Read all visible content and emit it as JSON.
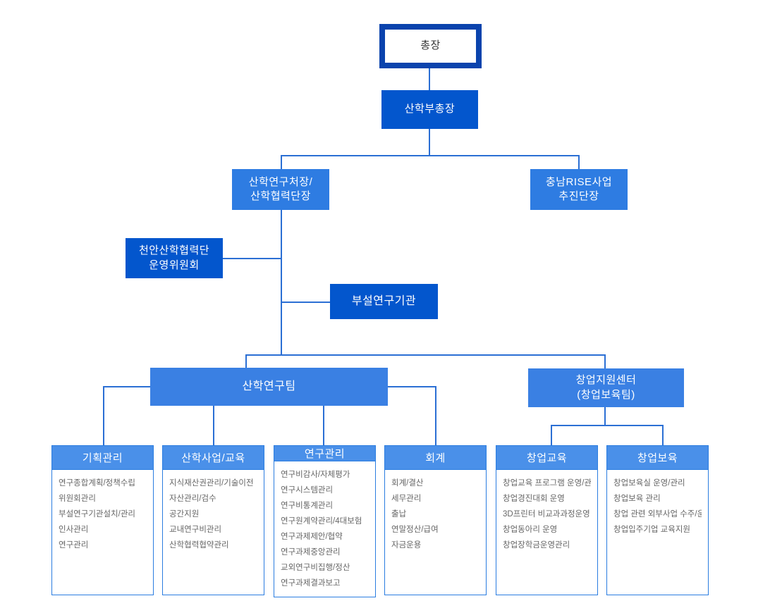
{
  "colors": {
    "president_border": "#0a43ad",
    "dark_blue": "#0356cd",
    "medium_blue": "#2e7ce2",
    "team_blue": "#3a80e3",
    "column_header_blue": "#4a90e9",
    "column_border_blue": "#2b7de0",
    "connector_line_blue": "#2b6fd4",
    "list_text_gray": "#666666"
  },
  "nodes": {
    "president": "총장",
    "vice_president": "산학부총장",
    "research_director": {
      "line1": "산학연구처장/",
      "line2": "산학협력단장"
    },
    "rise_project": {
      "line1": "충남RISE사업",
      "line2": "추진단장"
    },
    "cheonan_committee": {
      "line1": "천안산학협력단",
      "line2": "운영위원회"
    },
    "affiliated_institutes": "부설연구기관",
    "research_team": "산학연구팀",
    "startup_center": {
      "line1": "창업지원센터",
      "line2": "(창업보육팀)"
    }
  },
  "columns": [
    {
      "title": "기획관리",
      "items": [
        "연구종합계획/정책수립",
        "위원회관리",
        "부설연구기관설치/관리",
        "인사관리",
        "연구관리"
      ]
    },
    {
      "title": "산학사업/교육",
      "items": [
        "지식재산권관리/기술이전",
        "자산관리/검수",
        "공간지원",
        "교내연구비관리",
        "산학협력협약관리"
      ]
    },
    {
      "title": "연구관리",
      "items": [
        "연구비감사/자체평가",
        "연구시스템관리",
        "연구비통계관리",
        "연구원계약관리/4대보험",
        "연구과제제안/협약",
        "연구과제중앙관리",
        "교외연구비집행/정산",
        "연구과제결과보고"
      ]
    },
    {
      "title": "회계",
      "items": [
        "회계/결산",
        "세무관리",
        "출납",
        "연말정산/급여",
        "자금운용"
      ]
    },
    {
      "title": "창업교육",
      "items": [
        "창업교육 프로그램 운영/관리",
        "창업경진대회 운영",
        "3D프린터 비교과과정운영",
        "창업동아리 운영",
        "창업장학금운영관리"
      ]
    },
    {
      "title": "창업보육",
      "items": [
        "창업보육실 운영/관리",
        "창업보육 관리",
        "창업 관련 외부사업 수주/운영창",
        "창업입주기업 교육지원"
      ]
    }
  ]
}
